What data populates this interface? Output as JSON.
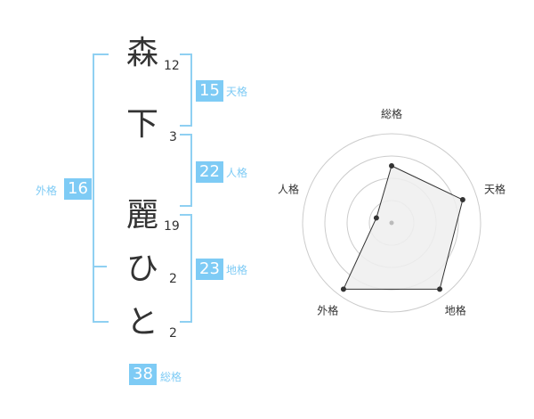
{
  "name": {
    "chars": [
      {
        "char": "森",
        "strokes": "12"
      },
      {
        "char": "下",
        "strokes": "3"
      },
      {
        "char": "麗",
        "strokes": "19"
      },
      {
        "char": "ひ",
        "strokes": "2"
      },
      {
        "char": "と",
        "strokes": "2"
      }
    ]
  },
  "kaku": {
    "tenkaku": {
      "value": "15",
      "label": "天格"
    },
    "jinkaku": {
      "value": "22",
      "label": "人格"
    },
    "chikaku": {
      "value": "23",
      "label": "地格"
    },
    "gaikaku": {
      "value": "16",
      "label": "外格"
    },
    "soukaku": {
      "value": "38",
      "label": "総格"
    }
  },
  "colors": {
    "accent": "#7ecbf5",
    "bracket": "#8fd0f2",
    "radar_fill": "#eeeeee",
    "radar_line": "#333333",
    "grid": "#cccccc"
  },
  "chart_data": {
    "type": "radar",
    "categories": [
      "総格",
      "天格",
      "地格",
      "外格",
      "人格"
    ],
    "max": 5,
    "rings": 4,
    "values": [
      3.2,
      4.2,
      4.6,
      4.6,
      0.9
    ]
  }
}
